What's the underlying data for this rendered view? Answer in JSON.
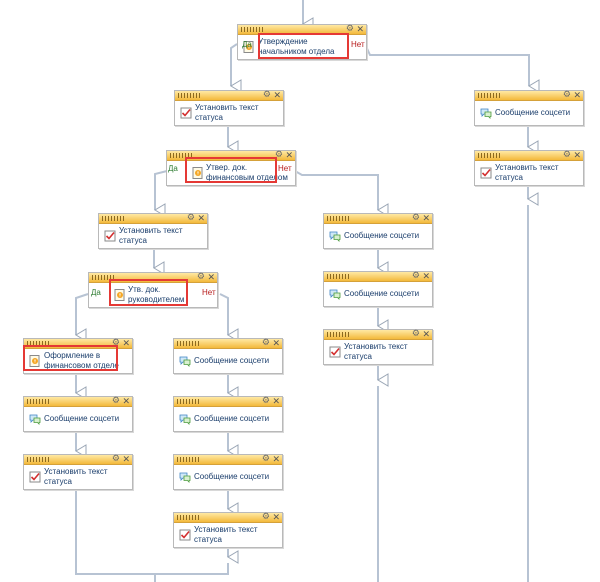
{
  "labels": {
    "yes": "Да",
    "no": "Нет"
  },
  "icons": {
    "approval": "approval-document-icon",
    "status": "checkbox-icon",
    "social": "chat-bubble-icon",
    "close": "close-icon",
    "settings": "gear-icon",
    "grip": "drag-handle-icon"
  },
  "colors": {
    "header": "#f3b93b",
    "highlight": "#e53935",
    "yes_text": "#2e7d32",
    "no_text": "#b71c1c",
    "connector": "#b7c3d3",
    "label_text": "#1a3d6b"
  },
  "blocks": {
    "approve_head": {
      "line1": "Утверждение",
      "line2": "начальником отдела"
    },
    "set_status_1": {
      "line1": "Установить текст",
      "line2": "статуса"
    },
    "social_right_1": {
      "line1": "Сообщение соцсети"
    },
    "set_status_right_1": {
      "line1": "Установить текст",
      "line2": "статуса"
    },
    "approve_finance": {
      "line1": "Утвер. док.",
      "line2": "финансовым отделом"
    },
    "set_status_2": {
      "line1": "Установить текст",
      "line2": "статуса"
    },
    "social_mid_1": {
      "line1": "Сообщение соцсети"
    },
    "social_mid_2": {
      "line1": "Сообщение соцсети"
    },
    "set_status_mid": {
      "line1": "Установить текст",
      "line2": "статуса"
    },
    "approve_manager": {
      "line1": "Утв. док.",
      "line2": "руководителем"
    },
    "processing_finance": {
      "line1": "Оформление в",
      "line2": "финансовом отделе"
    },
    "social_left_1": {
      "line1": "Сообщение соцсети"
    },
    "set_status_left": {
      "line1": "Установить текст",
      "line2": "статуса"
    },
    "social_right2_1": {
      "line1": "Сообщение соцсети"
    },
    "social_right2_2": {
      "line1": "Сообщение соцсети"
    },
    "social_right2_3": {
      "line1": "Сообщение соцсети"
    },
    "set_status_right2": {
      "line1": "Установить текст",
      "line2": "статуса"
    }
  }
}
